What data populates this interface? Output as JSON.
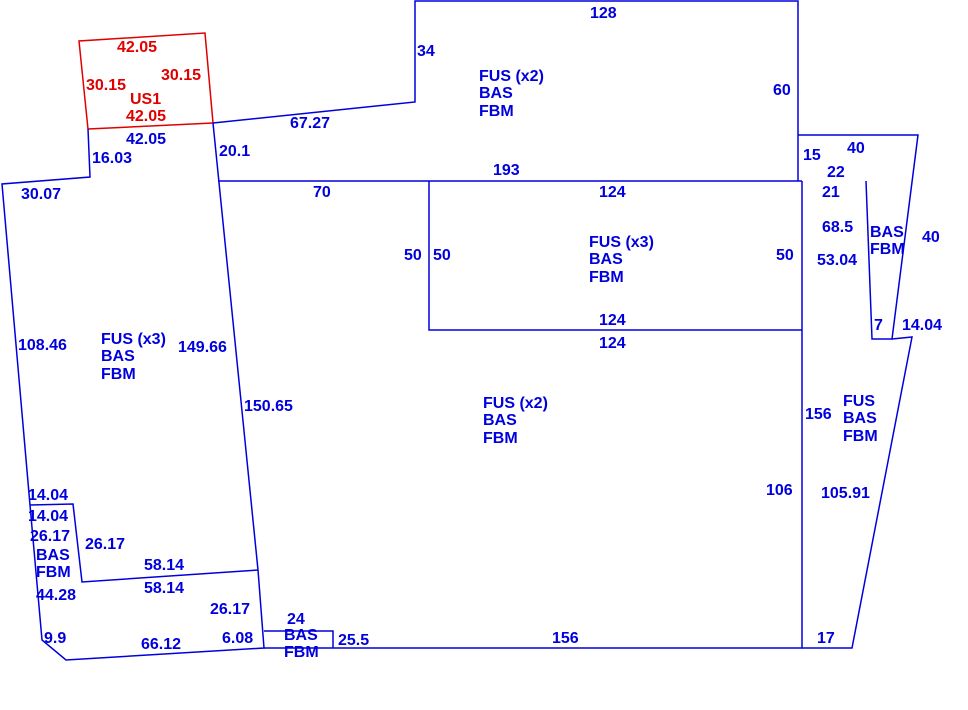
{
  "colors": {
    "main": "#0000dd",
    "upper_story": "#e00000"
  },
  "upper_story": {
    "top": "42.05",
    "left": "30.15",
    "right": "30.15",
    "bottom": "42.05",
    "name": "US1"
  },
  "dims": [
    "42.05",
    "16.03",
    "20.1",
    "30.07",
    "67.27",
    "34",
    "128",
    "60",
    "193",
    "70",
    "124",
    "50",
    "50",
    "50",
    "124",
    "124",
    "15",
    "22",
    "40",
    "21",
    "68.5",
    "40",
    "53.04",
    "7",
    "14.04",
    "108.46",
    "149.66",
    "150.65",
    "156",
    "106",
    "105.91",
    "14.04",
    "14.04",
    "26.17",
    "26.17",
    "44.28",
    "58.14",
    "58.14",
    "26.17",
    "9.9",
    "66.12",
    "6.08",
    "24",
    "25.5",
    "156",
    "17"
  ],
  "areas": [
    {
      "lines": [
        "FUS (x2)",
        "BAS",
        "FBM"
      ]
    },
    {
      "lines": [
        "FUS (x3)",
        "BAS",
        "FBM"
      ]
    },
    {
      "lines": [
        "FUS (x3)",
        "BAS",
        "FBM"
      ]
    },
    {
      "lines": [
        "FUS (x2)",
        "BAS",
        "FBM"
      ]
    },
    {
      "lines": [
        "FUS",
        "BAS",
        "FBM"
      ]
    },
    {
      "lines": [
        "BAS",
        "FBM"
      ]
    },
    {
      "lines": [
        "BAS",
        "FBM"
      ]
    },
    {
      "lines": [
        "BAS",
        "FBM"
      ]
    }
  ]
}
